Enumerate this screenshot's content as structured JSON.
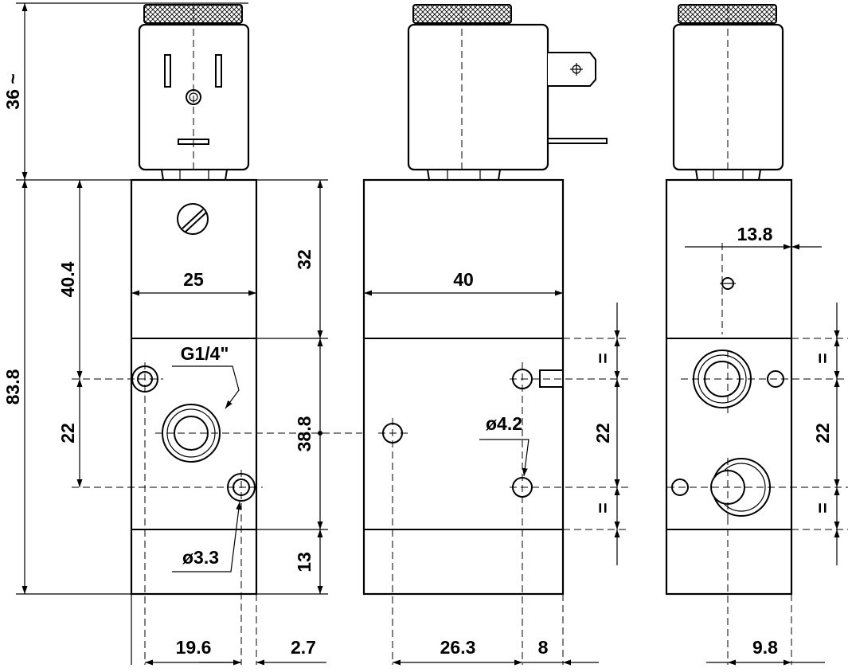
{
  "dimensions": {
    "coil_height": "36 ~",
    "total_height": "83.8",
    "upper_block": "40.4",
    "port_spacing_left": "22",
    "width_front": "25",
    "port_label": "G1/4\"",
    "upper_section": "32",
    "middle_section": "38.8",
    "hole_dia_left": "ø3.3",
    "lower_section": "13",
    "bottom_left_a": "19.6",
    "bottom_left_b": "2.7",
    "width_side": "40",
    "hole_dia_mid": "ø4.2",
    "port_spacing_mid": "22",
    "equal_mark": "=",
    "bottom_mid_a": "26.3",
    "bottom_mid_b": "8",
    "offset_right": "13.8",
    "port_spacing_right": "22",
    "bottom_right": "9.8"
  }
}
